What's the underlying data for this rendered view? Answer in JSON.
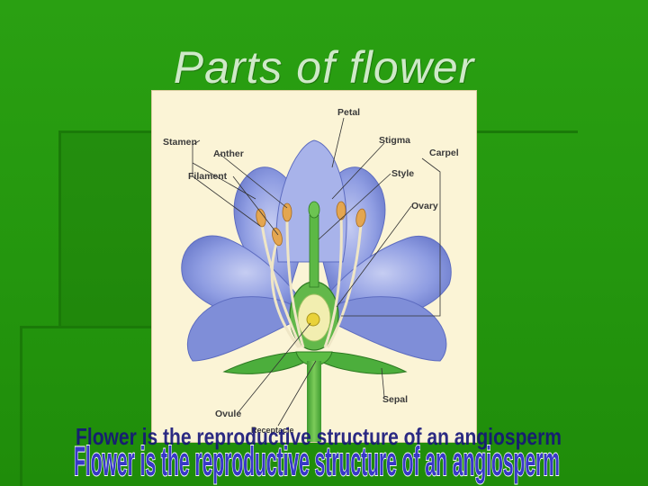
{
  "slide": {
    "title": "Parts of flower",
    "caption": "Flower is the reproductive structure of an angiosperm"
  },
  "figure": {
    "labels": {
      "petal": "Petal",
      "stamen": "Stamen",
      "anther": "Anther",
      "filament": "Filament",
      "stigma": "Stigma",
      "carpel": "Carpel",
      "style": "Style",
      "ovary": "Ovary",
      "sepal": "Sepal",
      "ovule": "Ovule",
      "receptacle": "Receptacle"
    }
  },
  "colors": {
    "background": "#24960e",
    "title": "#cfe9c8",
    "figure_bg": "#fbf4d6",
    "petal": "#8c9be0",
    "stem": "#4cae3c",
    "caption": "#3838c8"
  }
}
